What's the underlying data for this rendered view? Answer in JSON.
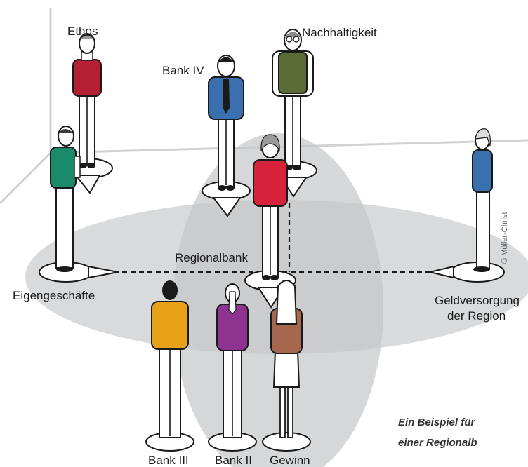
{
  "figures": {
    "ethos": {
      "label": "Ethos",
      "shirt": "#b51f34"
    },
    "bank_iv": {
      "label": "Bank IV",
      "shirt": "#3a6fb0"
    },
    "nachhaltigkeit": {
      "label": "Nachhaltigkeit",
      "shirt": "#5a6b35"
    },
    "eigengeschaefte": {
      "label": "Eigengeschäfte",
      "shirt": "#1b8a6b"
    },
    "regionalbank": {
      "label": "Regionalbank",
      "shirt": "#d6223a"
    },
    "geldversorgung": {
      "label_line1": "Geldversorgung",
      "label_line2": "der Region",
      "shirt": "#3a6fb0"
    },
    "bank_iii": {
      "label": "Bank III",
      "shirt": "#e8a21a"
    },
    "bank_ii": {
      "label": "Bank II",
      "shirt": "#8e3390"
    },
    "gewinn": {
      "label": "Gewinn",
      "shirt": "#a5674e"
    }
  },
  "caption": {
    "line1": "Ein Beispiel für",
    "line2": "einer Regionalb"
  },
  "copyright": "© Müller-Christ",
  "colors": {
    "ellipse": "#d2d4d6",
    "room_line": "#cfd1d3",
    "outline": "#1a1a1a"
  }
}
